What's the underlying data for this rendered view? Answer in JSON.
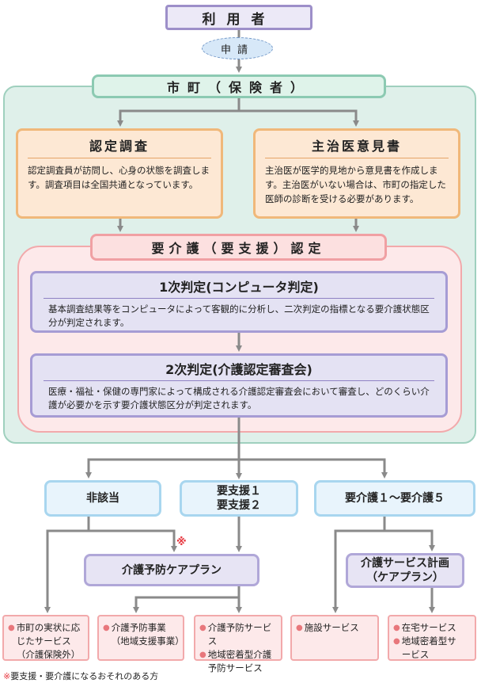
{
  "user": "利用者",
  "application": "申請",
  "municipality": "市町（保険者）",
  "investigation": {
    "title": "認定調査",
    "text": "認定調査員が訪問し、心身の状態を調査します。調査項目は全国共通となっています。"
  },
  "doctor_opinion": {
    "title": "主治医意見書",
    "text": "主治医が医学的見地から意見書を作成します。主治医がいない場合は、市町の指定した医師の診断を受ける必要があります。"
  },
  "certification": "要介護（要支援）認定",
  "primary": {
    "title": "1次判定(コンピュータ判定)",
    "text": "基本調査結果等をコンピュータによって客観的に分析し、二次判定の指標となる要介護状態区分が判定されます。"
  },
  "secondary": {
    "title": "2次判定(介護認定審査会)",
    "text": "医療・福祉・保健の専門家によって構成される介護認定審査会において審査し、どのくらい介護が必要かを示す要介護状態区分が判定されます。"
  },
  "results": {
    "not_applicable": "非該当",
    "support": "要支援１\n要支援２",
    "care": "要介護１～要介護５"
  },
  "plans": {
    "prevention": "介護予防ケアプラン",
    "care": "介護サービス計画\n（ケアプラン）"
  },
  "asterisk": "※",
  "services": [
    {
      "items": [
        "市町の実状に応\nじたサービス\n（介護保険外）"
      ]
    },
    {
      "items": [
        "介護予防事業\n（地域支援事業）"
      ]
    },
    {
      "items": [
        "介護予防サービス",
        "地域密着型介護\n予防サービス"
      ]
    },
    {
      "items": [
        "施設サービス"
      ]
    },
    {
      "items": [
        "在宅サービス",
        "地域密着型サ\nービス"
      ]
    }
  ],
  "bullet": "●",
  "footnote": {
    "mark": "※",
    "text": "要支援・要介護になるおそれのある方"
  },
  "colors": {
    "connector": "#8a8a8a",
    "asterisk": "#e6373f"
  }
}
